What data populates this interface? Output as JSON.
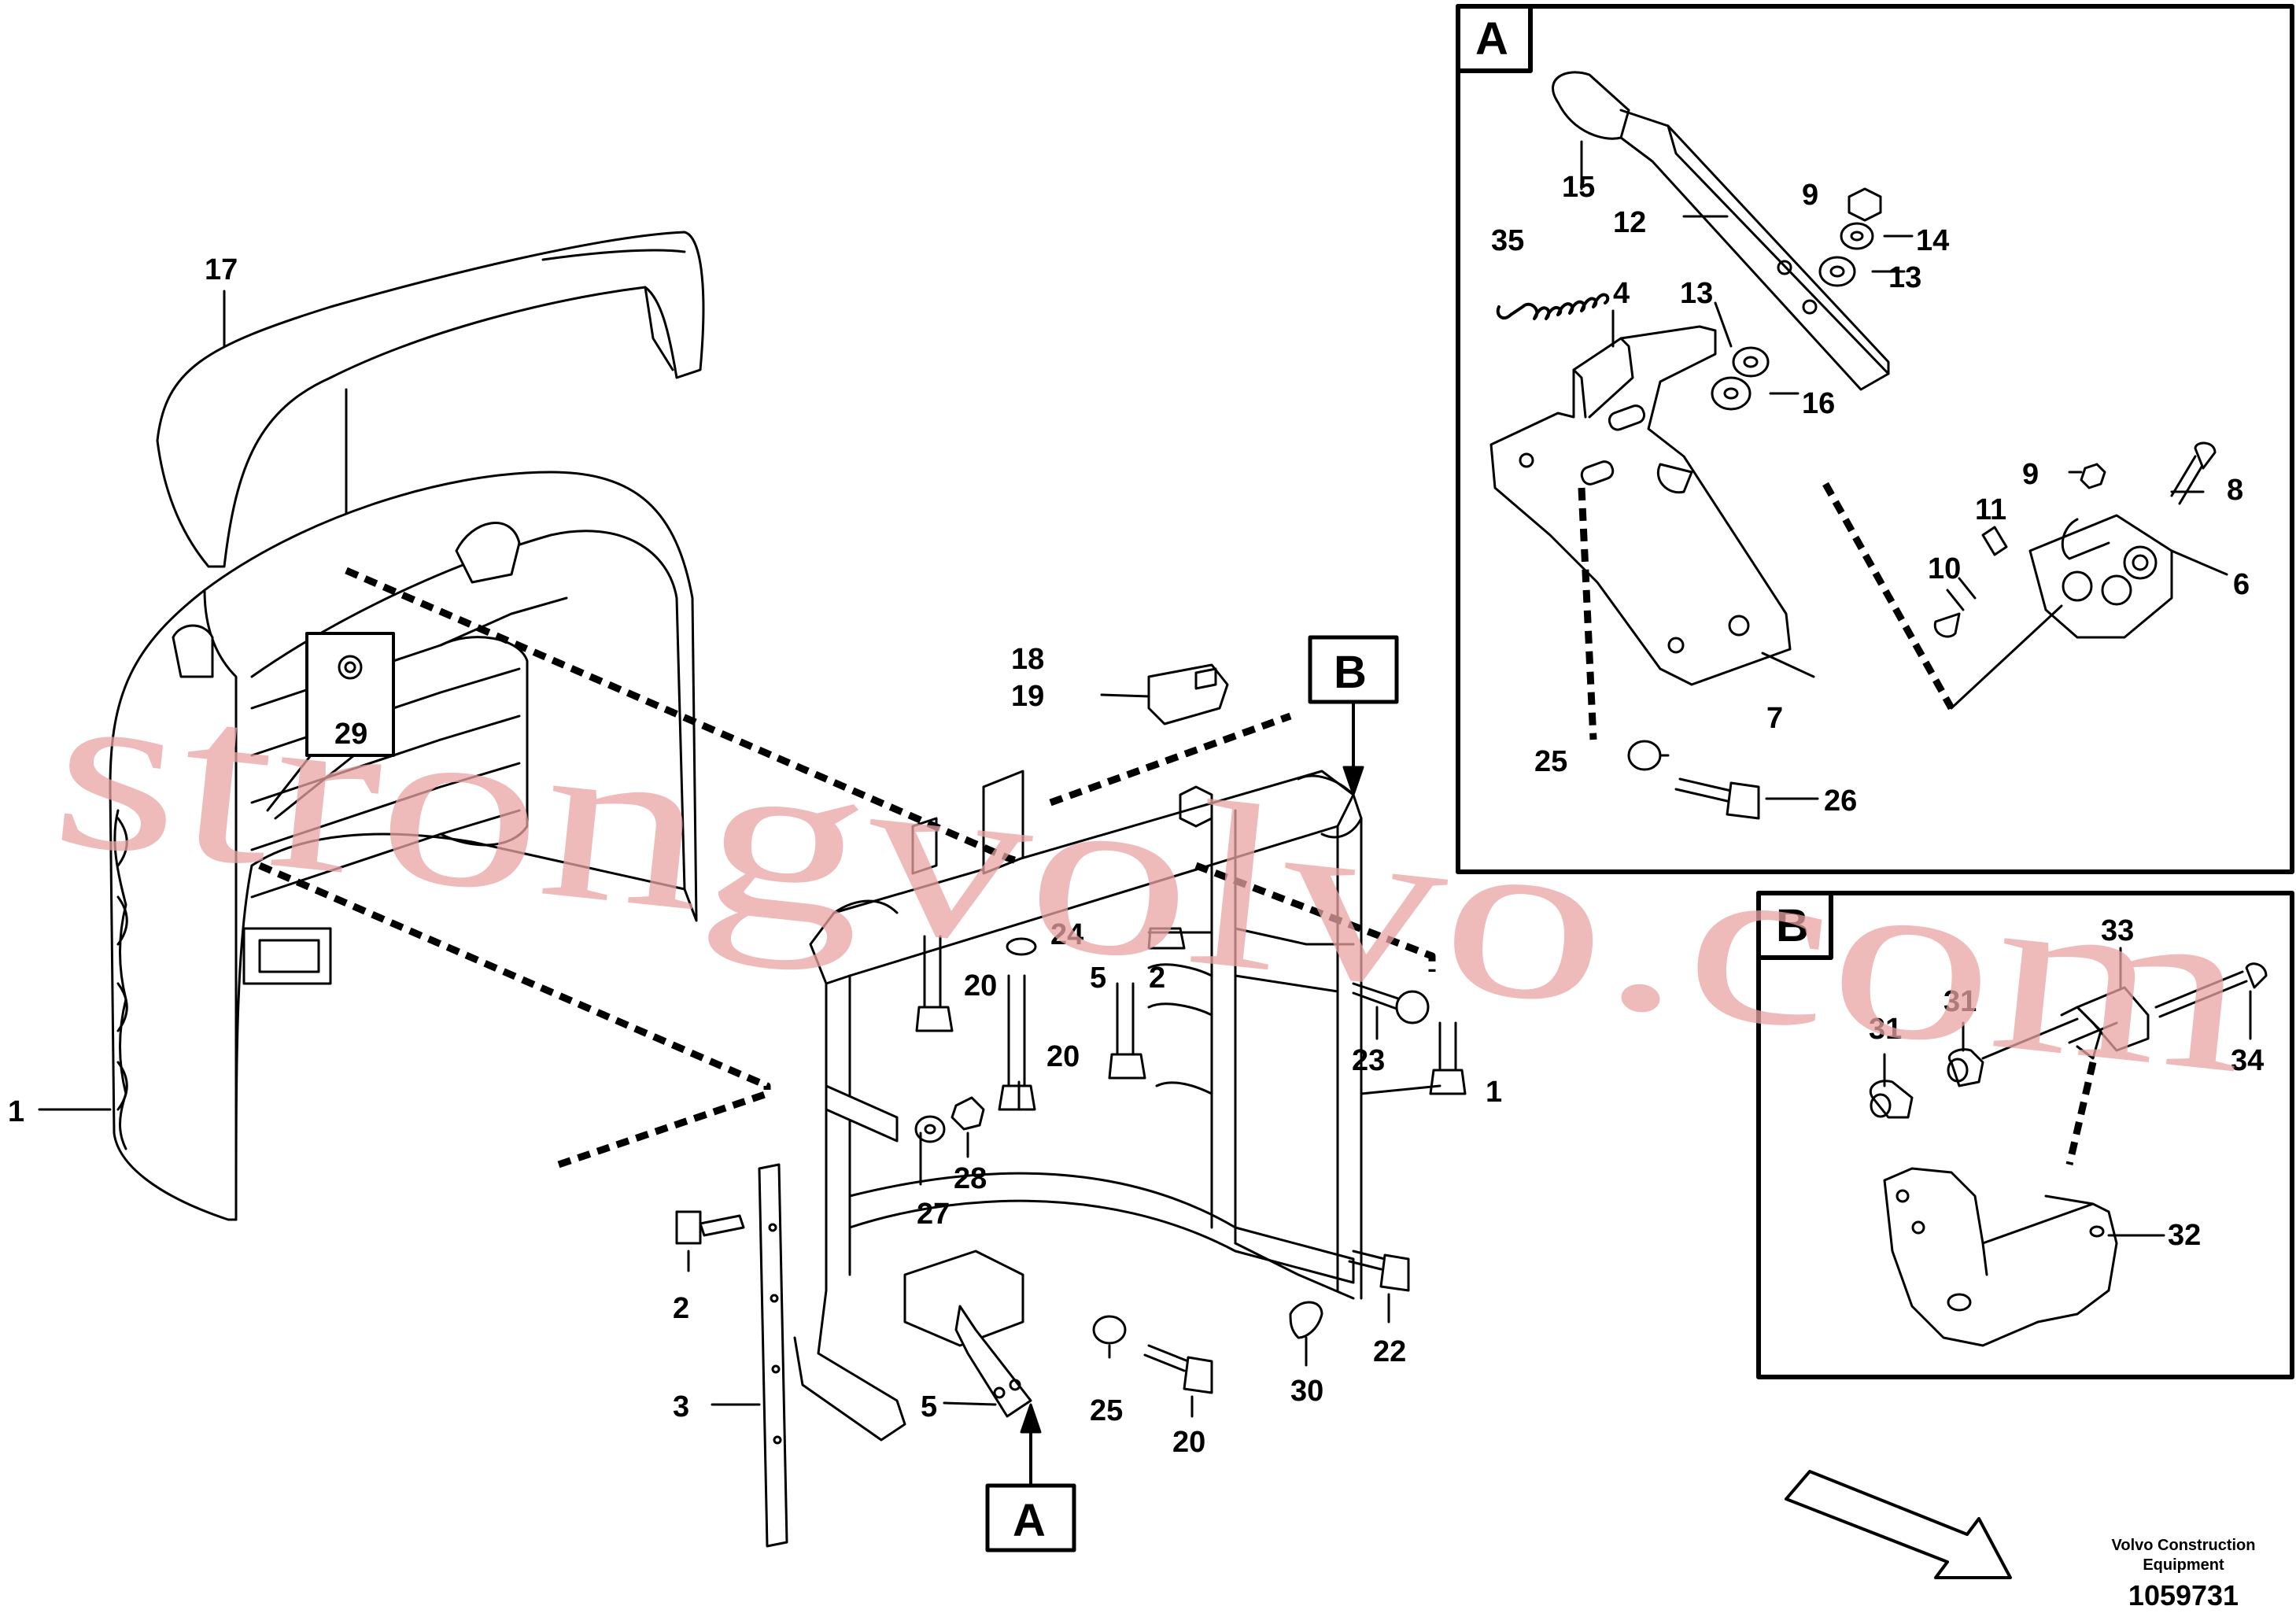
{
  "watermark": "strongvolvo.com",
  "footer": {
    "line1": "Volvo Construction",
    "line2": "Equipment",
    "drawing_number": "1059731"
  },
  "views": {
    "a": "A",
    "b": "B"
  },
  "callouts": {
    "main": {
      "c1_left": "1",
      "c1_right": "1",
      "c2_a": "2",
      "c2_b": "2",
      "c3": "3",
      "c5_a": "5",
      "c5_b": "5",
      "c17": "17",
      "c18": "18",
      "c19": "19",
      "c20_a": "20",
      "c20_b": "20",
      "c20_c": "20",
      "c22": "22",
      "c23": "23",
      "c24": "24",
      "c25": "25",
      "c27": "27",
      "c28": "28",
      "c29": "29",
      "c30": "30"
    },
    "panel_a": {
      "c4": "4",
      "c6": "6",
      "c7": "7",
      "c8": "8",
      "c9_a": "9",
      "c9_b": "9",
      "c10": "10",
      "c11": "11",
      "c12": "12",
      "c13_a": "13",
      "c13_b": "13",
      "c14": "14",
      "c15": "15",
      "c16": "16",
      "c25": "25",
      "c26": "26",
      "c35": "35"
    },
    "panel_b": {
      "c31_a": "31",
      "c31_b": "31",
      "c32": "32",
      "c33": "33",
      "c34": "34"
    }
  }
}
